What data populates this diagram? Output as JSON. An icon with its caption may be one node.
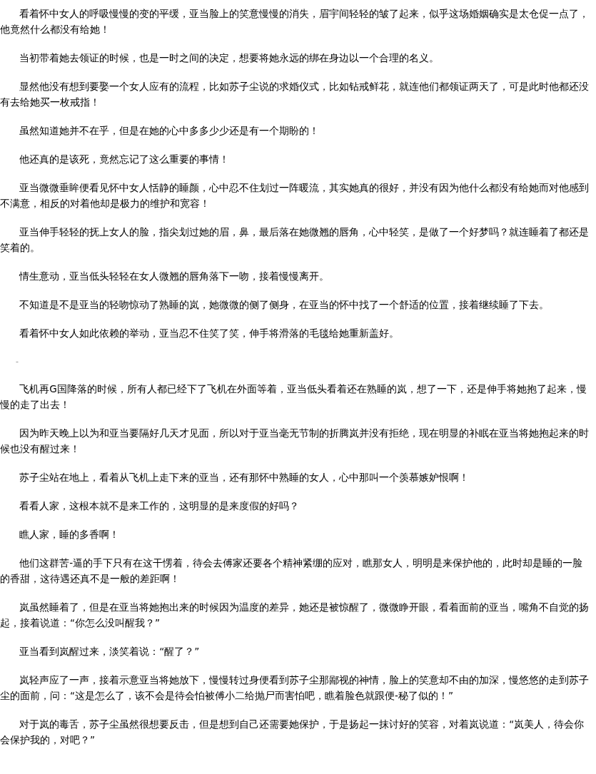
{
  "diagram": {
    "labels": [
      "看着怀中女人的呼吸慢慢的变的平缓，亚当脸上的笑意慢慢的消失，眉宇间轻轻的皱了起来，似乎这场婚姻确实是太仓促一点了，他竟然什么都没有给她！",
      "当初带着她去领证的时候，也是一时之间的决定，想要将她永远的绑在身边以一个合理的名义。",
      "显然他没有想到要娶一个女人应有的流程，比如苏子尘说的求婚仪式，比如钻戒鲜花，就连他们都领证两天了，可是此时他都还没有去给她买一枚戒指！",
      "虽然知道她并不在乎，但是在她的心中多多少少还是有一个期盼的！",
      "他还真的是该死，竟然忘记了这么重要的事情！",
      "亚当微微垂眸便看见怀中女人恬静的睡颜，心中忍不住划过一阵暖流，其实她真的很好，并没有因为他什么都没有给她而对他感到不满意，相反的对着他却是极力的维护和宽容！",
      "亚当伸手轻轻的抚上女人的脸，指尖划过她的眉，鼻，最后落在她微翘的唇角，心中轻笑，是做了一个好梦吗？就连睡着了都还是笑着的。",
      "情生意动，亚当低头轻轻在女人微翘的唇角落下一吻，接着慢慢离开。",
      "不知道是不是亚当的轻吻惊动了熟睡的岚，她微微的侧了侧身，在亚当的怀中找了一个舒适的位置，接着继续睡了下去。",
      "看着怀中女人如此依赖的举动，亚当忍不住笑了笑，伸手将滑落的毛毯给她重新盖好。",
      "-",
      "飞机再G国降落的时候，所有人都已经下了飞机在外面等着，亚当低头看着还在熟睡的岚，想了一下，还是伸手将她抱了起来，慢慢的走了出去！",
      "因为昨天晚上以为和亚当要隔好几天才见面，所以对于亚当毫无节制的折腾岚并没有拒绝，现在明显的补眠在亚当将她抱起来的时候也没有醒过来！",
      "苏子尘站在地上，看着从飞机上走下来的亚当，还有那怀中熟睡的女人，心中那叫一个羡慕嫉妒恨啊！",
      "看看人家，这根本就不是来工作的，这明显的是来度假的好吗？",
      "瞧人家，睡的多香啊！",
      "他们这群苦-逼的手下只有在这干愣着，待会去傅家还要各个精神紧绷的应对，瞧那女人，明明是来保护他的，此时却是睡的一脸的香甜，这待遇还真不是一般的差距啊！",
      "岚虽然睡着了，但是在亚当将她抱出来的时候因为温度的差异，她还是被惊醒了，微微睁开眼，看着面前的亚当，嘴角不自觉的扬起，接着说道：“你怎么没叫醒我？”",
      "亚当看到岚醒过来，淡笑着说：“醒了？”",
      "岚轻声应了一声，接着示意亚当将她放下，慢慢转过身便看到苏子尘那鄙视的神情，脸上的笑意却不由的加深，慢悠悠的走到苏子尘的面前，问：“这是怎么了，该不会是待会怕被傅小二给抛尸而害怕吧，瞧着脸色就跟便-秘了似的！”",
      "对于岚的毒舌，苏子尘虽然很想要反击，但是想到自己还需要她保护，于是扬起一抹讨好的笑容，对着岚说道：“岚美人，待会你会保护我的，对吧？”"
    ]
  }
}
